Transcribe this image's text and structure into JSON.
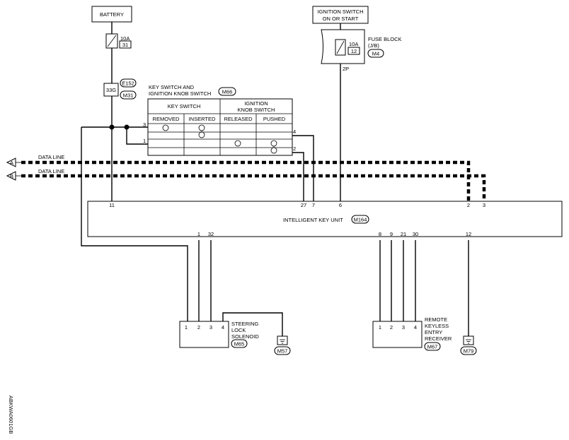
{
  "battery": {
    "label": "BATTERY",
    "fuse_amp": "10A",
    "fuse_no": "31"
  },
  "ignition": {
    "line1": "IGNITION SWITCH",
    "line2": "ON OR START",
    "fuse_block_line1": "FUSE BLOCK",
    "fuse_block_line2": "(J/B)",
    "fuse_block_conn": "M4",
    "fuse_amp": "10A",
    "fuse_no": "12",
    "pin": "2P"
  },
  "fusible_link": {
    "id": "33G",
    "conn_top": "E152",
    "conn_bottom": "M31"
  },
  "key_switch": {
    "title_line1": "KEY SWITCH AND",
    "title_line2": "IGNITION KNOB SWITCH",
    "conn": "M66",
    "group1": "KEY SWITCH",
    "group2_line1": "IGNITION",
    "group2_line2": "KNOB SWITCH",
    "cols": [
      "REMOVED",
      "INSERTED",
      "RELEASED",
      "PUSHED"
    ],
    "pins": {
      "p3": "3",
      "p1": "1",
      "p4": "4",
      "p2": "2"
    }
  },
  "data_lines": [
    {
      "marker": "A",
      "label": "DATA LINE"
    },
    {
      "marker": "B",
      "label": "DATA LINE"
    }
  ],
  "unit": {
    "label": "INTELLIGENT KEY UNIT",
    "conn": "M164",
    "top_pins": [
      "11",
      "27",
      "7",
      "6",
      "2",
      "3"
    ],
    "bottom_pins": [
      "1",
      "32",
      "8",
      "9",
      "21",
      "30",
      "12"
    ]
  },
  "solenoid": {
    "line1": "STEERING",
    "line2": "LOCK",
    "line3": "SOLENOID",
    "conn": "M65",
    "pins": [
      "1",
      "2",
      "3",
      "4"
    ],
    "ground": "M57"
  },
  "receiver": {
    "line1": "REMOTE",
    "line2": "KEYLESS",
    "line3": "ENTRY",
    "line4": "RECEIVER",
    "conn": "M67",
    "pins": [
      "1",
      "2",
      "3",
      "4"
    ]
  },
  "ground2": "M79",
  "doc_code": "ABKWA0601GB"
}
